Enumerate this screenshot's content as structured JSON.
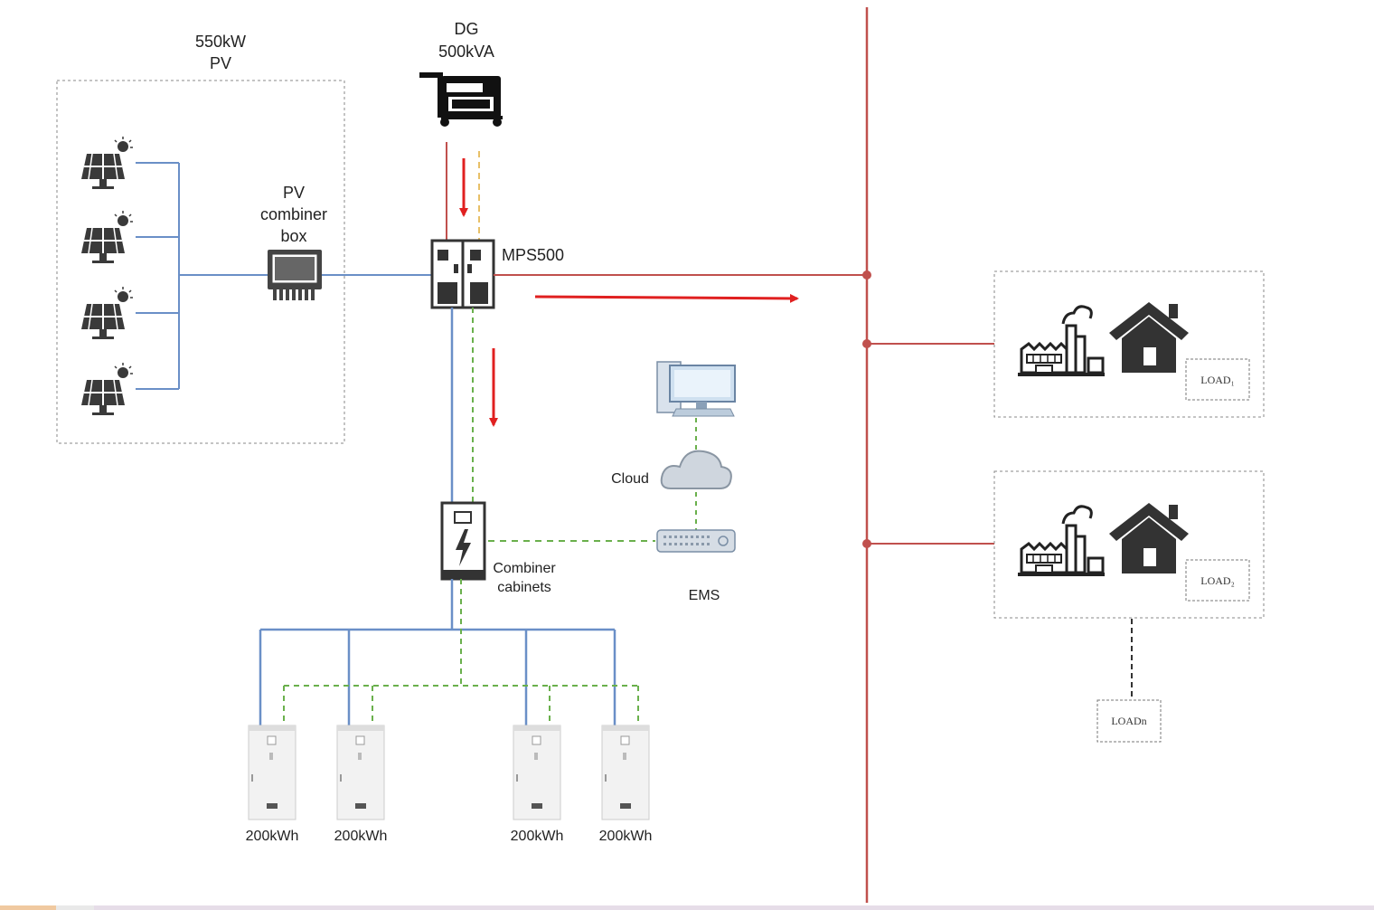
{
  "pv": {
    "line1": "550kW",
    "line2": "PV",
    "panel_count": 4
  },
  "pv_combiner": {
    "line1": "PV",
    "line2": "combiner",
    "line3": "box"
  },
  "dg": {
    "line1": "DG",
    "line2": "500kVA"
  },
  "mps": {
    "label": "MPS500"
  },
  "combiner_cabinets": {
    "line1": "Combiner",
    "line2": "cabinets"
  },
  "ems": {
    "computer_icon": "desktop-computer-icon",
    "cloud_label": "Cloud",
    "label": "EMS"
  },
  "batteries": [
    {
      "label": "200kWh"
    },
    {
      "label": "200kWh"
    },
    {
      "label": "200kWh"
    },
    {
      "label": "200kWh"
    }
  ],
  "loads": {
    "load1": "LOAD₁",
    "load2": "LOAD₂",
    "loadn": "LOADn"
  },
  "colors": {
    "ac_line": "#c0504d",
    "dc_line": "#6a8fc7",
    "comm_line": "#6ab04c",
    "dg_comm_line": "#e8c068",
    "flow_arrow": "#e02020",
    "icon": "#222222",
    "house": "#333333"
  }
}
